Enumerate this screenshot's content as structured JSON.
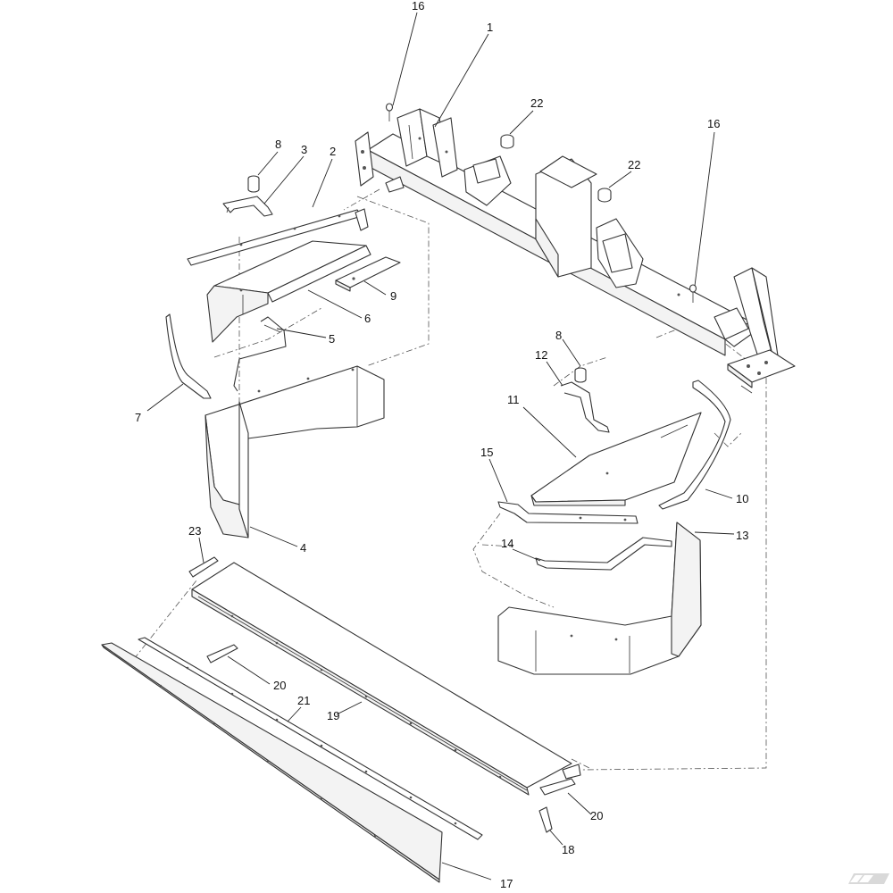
{
  "callouts": {
    "c16a": "16",
    "c1": "1",
    "c22a": "22",
    "c16b": "16",
    "c22b": "22",
    "c8a": "8",
    "c3": "3",
    "c2": "2",
    "c9": "9",
    "c6": "6",
    "c5": "5",
    "c7": "7",
    "c4": "4",
    "c8b": "8",
    "c12": "12",
    "c11": "11",
    "c15": "15",
    "c10": "10",
    "c13": "13",
    "c14": "14",
    "c23": "23",
    "c20a": "20",
    "c21": "21",
    "c19": "19",
    "c20b": "20",
    "c18": "18",
    "c17": "17"
  },
  "colors": {
    "line": "#333333",
    "text": "#111111",
    "logo": "#d0d0d0"
  },
  "logo": {
    "icon": "kramp-k-logo",
    "text": "K"
  }
}
